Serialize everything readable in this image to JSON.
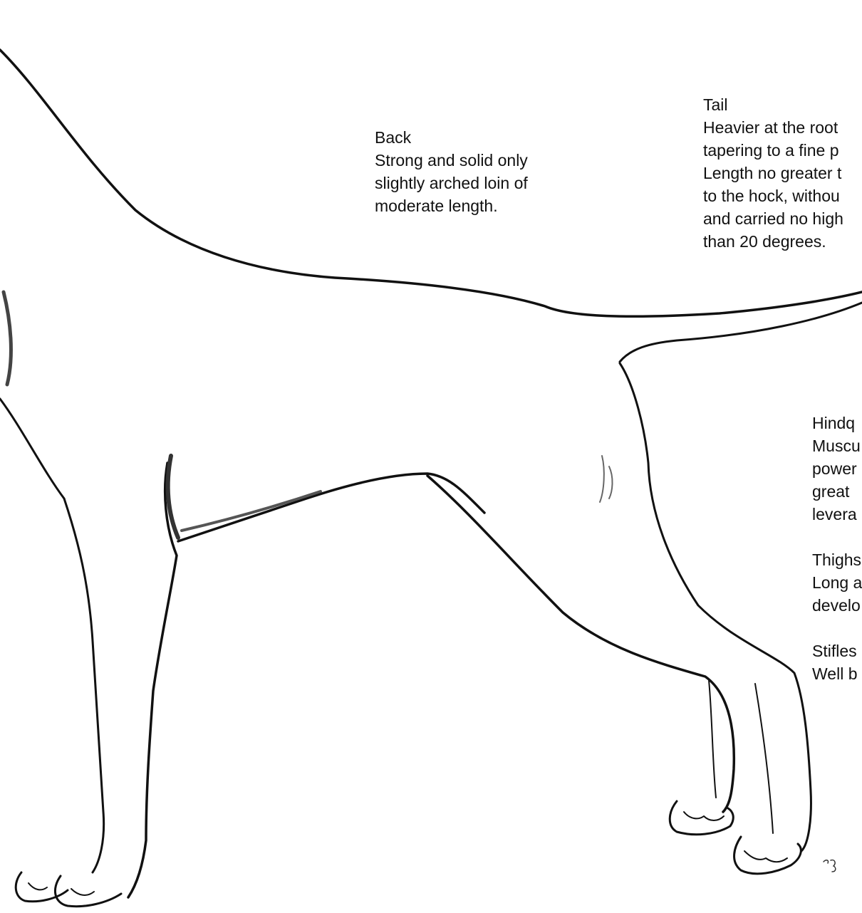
{
  "colors": {
    "ink": "#111111",
    "paper": "#ffffff",
    "shade": "#555555"
  },
  "labels": {
    "back": {
      "heading": "Back",
      "lines": [
        "Strong and solid only",
        "slightly arched loin of",
        "moderate length."
      ]
    },
    "tail": {
      "heading": "Tail",
      "lines": [
        "Heavier at the root",
        "tapering to a fine p",
        "Length no greater t",
        "to the hock, withou",
        "and carried no high",
        "than 20 degrees."
      ]
    },
    "hindquarters": {
      "heading": "Hindq",
      "lines": [
        "Muscu",
        "power",
        "great",
        "levera"
      ]
    },
    "thighs": {
      "heading": "Thighs",
      "lines": [
        "Long a",
        "develo"
      ]
    },
    "stifles": {
      "heading": "Stifles",
      "lines": [
        "Well b"
      ]
    }
  }
}
